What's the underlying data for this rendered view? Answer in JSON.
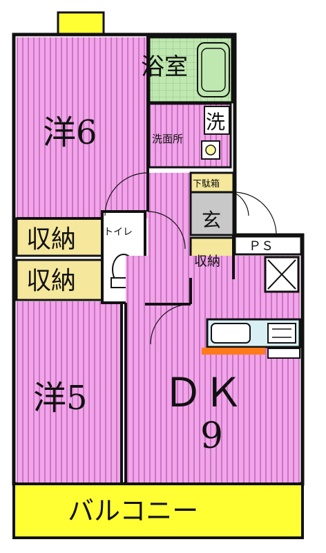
{
  "rooms": {
    "western_6": "洋6",
    "western_5": "洋5",
    "dk": "ＤＫ",
    "dk_size": "9",
    "bath": "浴室",
    "wash_machine": "洗",
    "washroom": "洗面所",
    "shoe_box": "下駄箱",
    "entrance": "玄",
    "toilet": "トイレ",
    "storage_upper": "収納",
    "storage_lower": "収納",
    "storage_hall": "収納",
    "pipe_space": "ＰＳ",
    "balcony": "バルコニー"
  },
  "colors": {
    "room": "#f0a6e8",
    "room_stripe": "#c05bb8",
    "storage": "#f5e79b",
    "balcony": "#ffff33",
    "bath": "#bfe8b0",
    "entrance": "#c8c8c8",
    "wall": "#111111",
    "stove_bar": "#ff7a1a",
    "sink": "#d8f0f4"
  }
}
